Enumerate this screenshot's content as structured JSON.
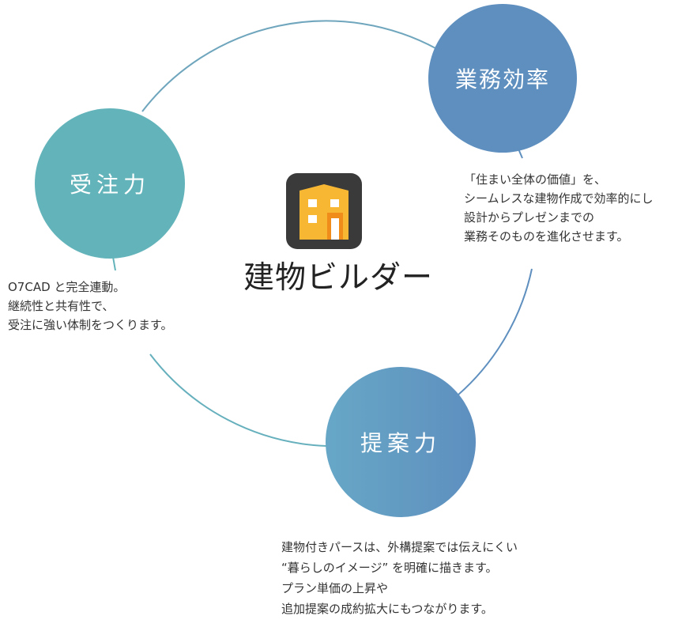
{
  "center": {
    "app_name": "建物ビルダー"
  },
  "nodes": {
    "efficiency": {
      "label": "業務効率",
      "lines": [
        "「住まい全体の価値」を、",
        "シームレスな建物作成で効率的にし",
        "設計からプレゼンまでの",
        "業務そのものを進化させます。"
      ]
    },
    "orders": {
      "label": "受注力",
      "lines": [
        "O7CAD と完全連動。",
        "継続性と共有性で、",
        "受注に強い体制をつくります。"
      ]
    },
    "proposal": {
      "label": "提案力",
      "lines": [
        "建物付きパースは、外構提案では伝えにくい",
        "“暮らしのイメージ” を明確に描きます。",
        "プラン単価の上昇や",
        "追加提案の成約拡大にもつながります。"
      ]
    }
  },
  "colors": {
    "efficiency": "#5e8fbf",
    "orders": "#63b4ba",
    "proposal": "#67a7c6",
    "ring": "#6fa3c0",
    "icon_bg": "#3a3a3a",
    "icon_building": "#f7b733"
  }
}
